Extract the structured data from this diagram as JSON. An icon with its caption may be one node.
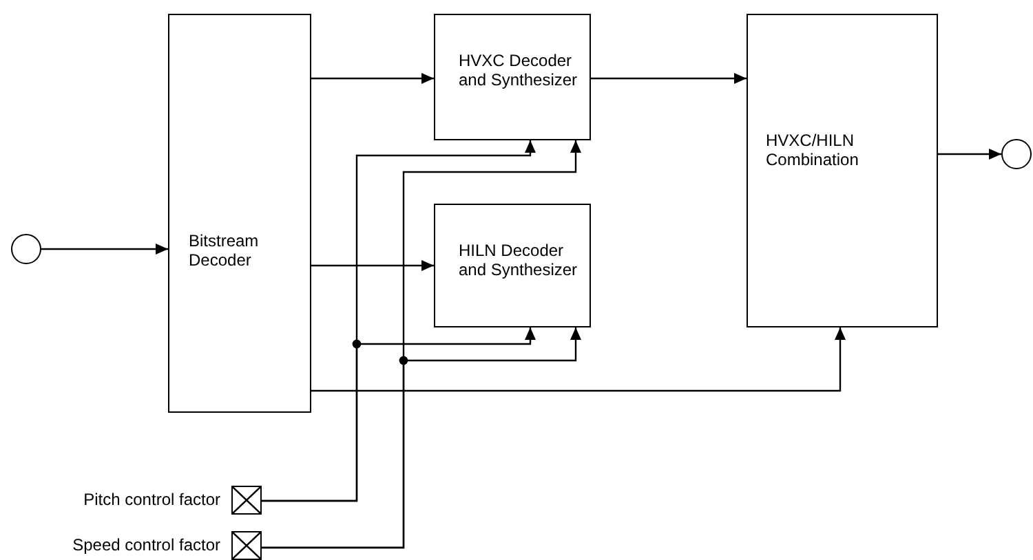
{
  "diagram": {
    "nodes": [
      {
        "text": [],
        "shape": "circle"
      },
      {
        "text": [
          "Bitstream Decoder"
        ]
      },
      {
        "text": [
          "HVXC Decoder and Synthesizer"
        ]
      },
      {
        "text": [
          "HILN Decoder and Synthesizer"
        ]
      },
      {
        "text": [
          "HVXC/HILN Combination"
        ]
      },
      {
        "text": [],
        "shape": "circle"
      },
      {
        "text": [],
        "shape": "box",
        "beside": [
          "Pitch control factor"
        ]
      },
      {
        "text": [],
        "shape": "box",
        "beside": [
          "Speed control factor"
        ]
      }
    ],
    "edges": [
      {
        "from": 0,
        "to": 1,
        "arrow": "to"
      },
      {
        "from": 1,
        "to": 2,
        "arrow": "to"
      },
      {
        "from": 1,
        "to": 3,
        "arrow": "to"
      },
      {
        "from": 1,
        "to": 4,
        "arrow": "to"
      },
      {
        "from": 2,
        "to": 4,
        "arrow": "to"
      },
      {
        "from": 4,
        "to": 5,
        "arrow": "to"
      },
      {
        "from": 6,
        "to": 2,
        "arrow": "to"
      },
      {
        "from": 6,
        "to": 3,
        "arrow": "to"
      },
      {
        "from": 7,
        "to": 2,
        "arrow": "to"
      },
      {
        "from": 7,
        "to": 3,
        "arrow": "to"
      }
    ]
  }
}
